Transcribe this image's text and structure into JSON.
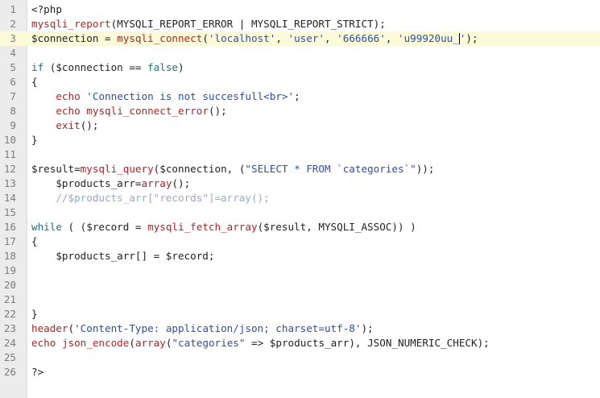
{
  "editor": {
    "active_line": 3,
    "colors": {
      "function": "#b22222",
      "string": "#2a4fa8",
      "keyword": "#1f6f8b",
      "comment": "#9aa8c4",
      "plain": "#222222",
      "gutter": "#ececec",
      "active_line": "#fcfbd9"
    },
    "lines": [
      {
        "n": "1",
        "tokens": [
          {
            "t": "<?php",
            "c": "plain"
          }
        ]
      },
      {
        "n": "2",
        "tokens": [
          {
            "t": "mysqli_report",
            "c": "function"
          },
          {
            "t": "(MYSQLI_REPORT_ERROR | MYSQLI_REPORT_STRICT);",
            "c": "plain"
          }
        ]
      },
      {
        "n": "3",
        "tokens": [
          {
            "t": "$connection = ",
            "c": "plain"
          },
          {
            "t": "mysqli_connect",
            "c": "function"
          },
          {
            "t": "(",
            "c": "plain"
          },
          {
            "t": "'localhost'",
            "c": "string"
          },
          {
            "t": ", ",
            "c": "plain"
          },
          {
            "t": "'user'",
            "c": "string"
          },
          {
            "t": ", ",
            "c": "plain"
          },
          {
            "t": "'666666'",
            "c": "string"
          },
          {
            "t": ", ",
            "c": "plain"
          },
          {
            "t": "'u99920uu_",
            "c": "string"
          },
          {
            "t": "",
            "c": "cursor"
          },
          {
            "t": "'",
            "c": "string"
          },
          {
            "t": ");",
            "c": "plain"
          }
        ]
      },
      {
        "n": "4",
        "tokens": []
      },
      {
        "n": "5",
        "tokens": [
          {
            "t": "if",
            "c": "keyword"
          },
          {
            "t": " ($connection == ",
            "c": "plain"
          },
          {
            "t": "false",
            "c": "keyword"
          },
          {
            "t": ")",
            "c": "plain"
          }
        ]
      },
      {
        "n": "6",
        "tokens": [
          {
            "t": "{",
            "c": "plain"
          }
        ]
      },
      {
        "n": "7",
        "tokens": [
          {
            "t": "    ",
            "c": "plain"
          },
          {
            "t": "echo",
            "c": "function"
          },
          {
            "t": " ",
            "c": "plain"
          },
          {
            "t": "'Connection is not succesfull<br>'",
            "c": "string"
          },
          {
            "t": ";",
            "c": "plain"
          }
        ]
      },
      {
        "n": "8",
        "tokens": [
          {
            "t": "    ",
            "c": "plain"
          },
          {
            "t": "echo",
            "c": "function"
          },
          {
            "t": " ",
            "c": "plain"
          },
          {
            "t": "mysqli_connect_error",
            "c": "function"
          },
          {
            "t": "();",
            "c": "plain"
          }
        ]
      },
      {
        "n": "9",
        "tokens": [
          {
            "t": "    ",
            "c": "plain"
          },
          {
            "t": "exit",
            "c": "function"
          },
          {
            "t": "();",
            "c": "plain"
          }
        ]
      },
      {
        "n": "10",
        "tokens": [
          {
            "t": "}",
            "c": "plain"
          }
        ]
      },
      {
        "n": "11",
        "tokens": []
      },
      {
        "n": "12",
        "tokens": [
          {
            "t": "$result=",
            "c": "plain"
          },
          {
            "t": "mysqli_query",
            "c": "function"
          },
          {
            "t": "($connection, (",
            "c": "plain"
          },
          {
            "t": "\"SELECT * FROM `categories`\"",
            "c": "string"
          },
          {
            "t": "));",
            "c": "plain"
          }
        ]
      },
      {
        "n": "13",
        "tokens": [
          {
            "t": "    $products_arr=",
            "c": "plain"
          },
          {
            "t": "array",
            "c": "function"
          },
          {
            "t": "();",
            "c": "plain"
          }
        ]
      },
      {
        "n": "14",
        "tokens": [
          {
            "t": "    ",
            "c": "plain"
          },
          {
            "t": "//$products_arr[\"records\"]=array();",
            "c": "comment"
          }
        ]
      },
      {
        "n": "15",
        "tokens": []
      },
      {
        "n": "16",
        "tokens": [
          {
            "t": "while",
            "c": "keyword"
          },
          {
            "t": " ( ($record = ",
            "c": "plain"
          },
          {
            "t": "mysqli_fetch_array",
            "c": "function"
          },
          {
            "t": "($result, MYSQLI_ASSOC)) )",
            "c": "plain"
          }
        ]
      },
      {
        "n": "17",
        "tokens": [
          {
            "t": "{",
            "c": "plain"
          }
        ]
      },
      {
        "n": "18",
        "tokens": [
          {
            "t": "    $products_arr[] = $record;",
            "c": "plain"
          }
        ]
      },
      {
        "n": "19",
        "tokens": []
      },
      {
        "n": "20",
        "tokens": []
      },
      {
        "n": "21",
        "tokens": []
      },
      {
        "n": "22",
        "tokens": [
          {
            "t": "}",
            "c": "plain"
          }
        ]
      },
      {
        "n": "23",
        "tokens": [
          {
            "t": "header",
            "c": "function"
          },
          {
            "t": "(",
            "c": "plain"
          },
          {
            "t": "'Content-Type: application/json; charset=utf-8'",
            "c": "string"
          },
          {
            "t": ");",
            "c": "plain"
          }
        ]
      },
      {
        "n": "24",
        "tokens": [
          {
            "t": "echo",
            "c": "function"
          },
          {
            "t": " ",
            "c": "plain"
          },
          {
            "t": "json_encode",
            "c": "function"
          },
          {
            "t": "(",
            "c": "plain"
          },
          {
            "t": "array",
            "c": "function"
          },
          {
            "t": "(",
            "c": "plain"
          },
          {
            "t": "\"categories\"",
            "c": "string"
          },
          {
            "t": " => $products_arr), JSON_NUMERIC_CHECK);",
            "c": "plain"
          }
        ]
      },
      {
        "n": "25",
        "tokens": []
      },
      {
        "n": "26",
        "tokens": [
          {
            "t": "?>",
            "c": "plain"
          }
        ]
      }
    ]
  }
}
